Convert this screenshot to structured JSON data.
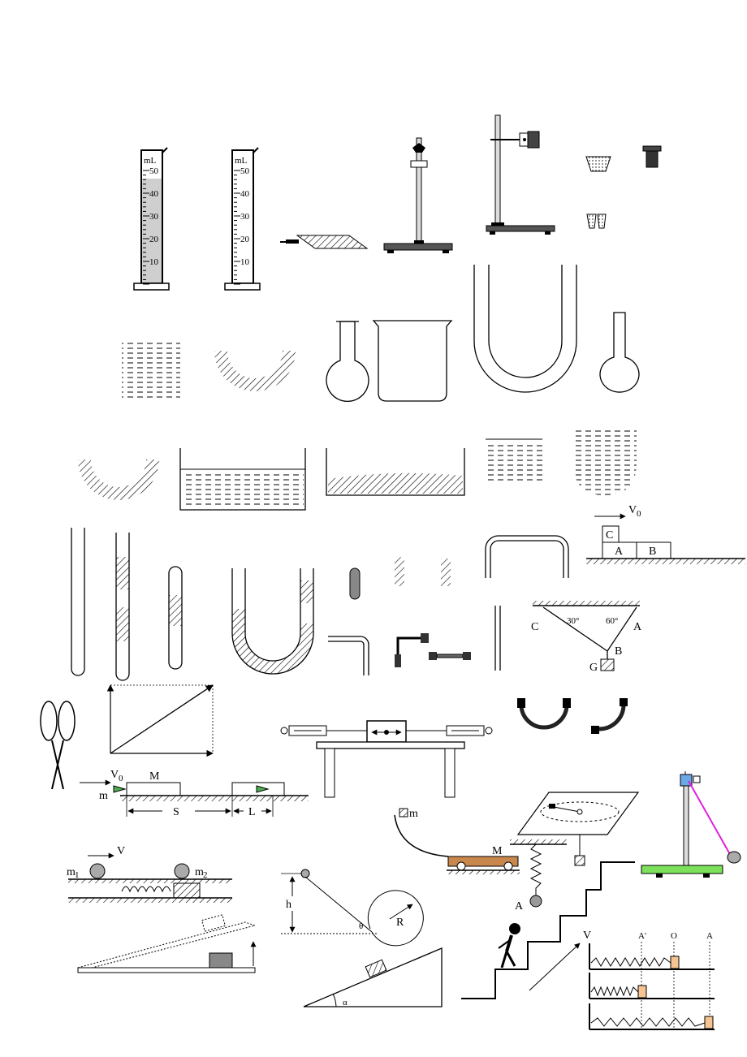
{
  "cylinders": {
    "unit": "mL",
    "ticks": [
      "50",
      "40",
      "30",
      "20",
      "10"
    ]
  },
  "labels": {
    "v0": "V",
    "v0_sub": "0",
    "blockC": "C",
    "blockA": "A",
    "blockB": "B",
    "tri_C": "C",
    "tri_A": "A",
    "tri_B": "B",
    "tri_G": "G",
    "angle30": "30°",
    "angle60": "60°",
    "slide_v0": "V",
    "slide_v0_sub": "0",
    "slide_M": "M",
    "slide_m": "m",
    "slide_S": "S",
    "slide_L": "L",
    "curve_m": "m",
    "cart_M": "M",
    "spring_A": "A",
    "spring_V": "V",
    "m1": "m",
    "m1_sub": "1",
    "m2": "m",
    "m2_sub": "2",
    "incline_h": "h",
    "incline_theta": "θ",
    "loop_R": "R",
    "wedge_alpha": "α",
    "osc_V": "V",
    "osc_A1": "A'",
    "osc_O": "O",
    "osc_A": "A"
  }
}
